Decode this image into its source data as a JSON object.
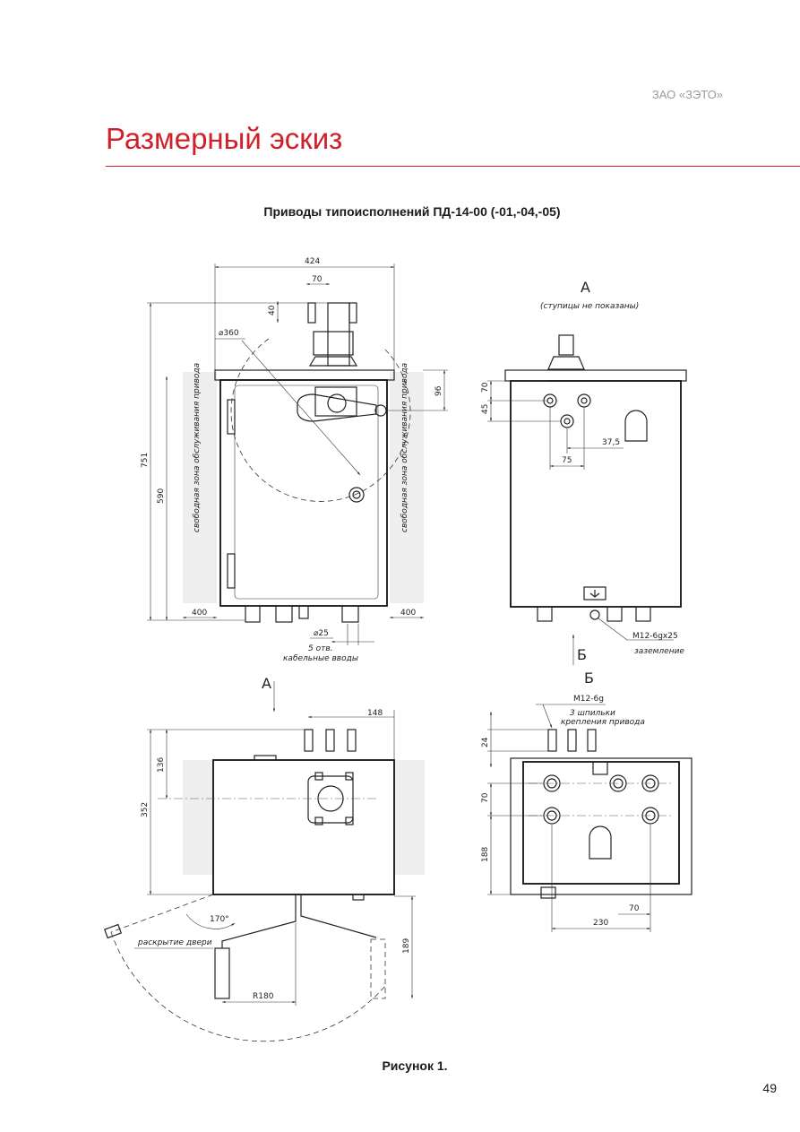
{
  "header": {
    "company": "ЗАО «ЗЭТО»"
  },
  "page": {
    "title": "Размерный эскиз",
    "subtitle": "Приводы типоисполнений ПД-14-00 (-01,-04,-05)",
    "caption": "Рисунок 1.",
    "number": "49"
  },
  "front_view": {
    "dims": {
      "width_total": "424",
      "shaft_width": "70",
      "shaft_height": "40",
      "swing_diameter": "⌀360",
      "height_total": "751",
      "body_height": "590",
      "top_offset": "96",
      "clearance_left": "400",
      "clearance_right": "400",
      "cable_diameter": "⌀25"
    },
    "labels": {
      "zone_left": "свободная зона обслуживания привода",
      "zone_right": "свободная зона обслуживания привода",
      "cable_entries_count": "5 отв.",
      "cable_entries": "кабельные вводы"
    }
  },
  "side_view": {
    "marker": "А",
    "note": "(ступицы не показаны)",
    "dims": {
      "d70": "70",
      "d45": "45",
      "d37_5": "37,5",
      "d75": "75"
    },
    "ground_thread": "M12-6gx25",
    "ground_label": "заземление",
    "arrow_label": "Б"
  },
  "top_view": {
    "marker": "А",
    "dims": {
      "d148": "148",
      "d136": "136",
      "d352": "352",
      "d189": "189",
      "radius": "R180",
      "angle": "170°"
    },
    "door_label": "раскрытие двери"
  },
  "bottom_view": {
    "marker": "Б",
    "thread": "M12-6g",
    "studs_line1": "3 шпильки",
    "studs_line2": "крепления привода",
    "dims": {
      "d24": "24",
      "d70": "70",
      "d188": "188",
      "d70b": "70",
      "d230": "230"
    }
  }
}
